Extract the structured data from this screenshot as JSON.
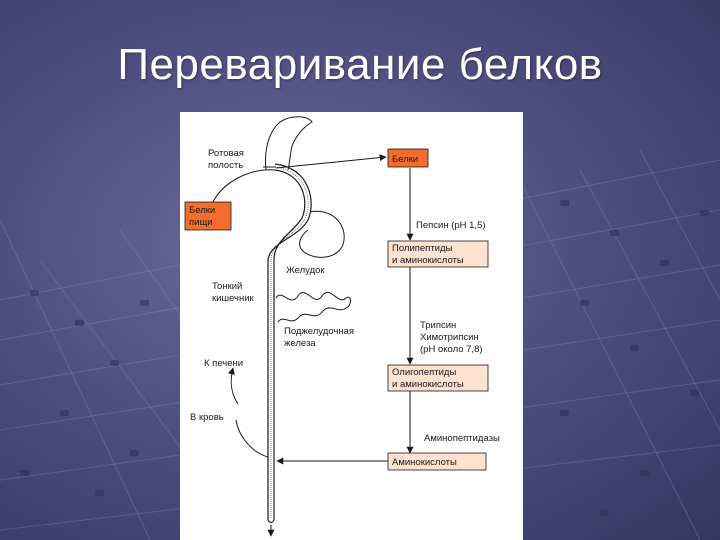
{
  "slide": {
    "title": "Переваривание белков"
  },
  "diagram": {
    "boxes": {
      "food_protein": [
        "Белки",
        "пищи"
      ],
      "proteins": [
        "Белки"
      ],
      "polypeptides": [
        "Полипептиды",
        "и аминокислоты"
      ],
      "oligopeptides": [
        "Олигопептиды",
        "и аминокислоты"
      ],
      "amino_acids": [
        "Аминокислоты"
      ]
    },
    "enzymes": {
      "pepsin": [
        "Пепсин (pH 1,5)"
      ],
      "trypsin": [
        "Трипсин",
        "Химотрипсин",
        "(pH около 7,8)"
      ],
      "aminopeptidases": [
        "Аминопептидазы"
      ]
    },
    "organs": {
      "mouth": [
        "Ротовая",
        "полость"
      ],
      "stomach": [
        "Желудок"
      ],
      "small_intestine": [
        "Тонкий",
        "кишечник"
      ],
      "pancreas": [
        "Поджелудочная",
        "железа"
      ],
      "to_liver": [
        "К печени"
      ],
      "to_blood": [
        "В кровь"
      ]
    },
    "colors": {
      "box_orange": "#f36e2d",
      "box_peach": "#fde3cf",
      "line": "#1a1a1a"
    }
  }
}
